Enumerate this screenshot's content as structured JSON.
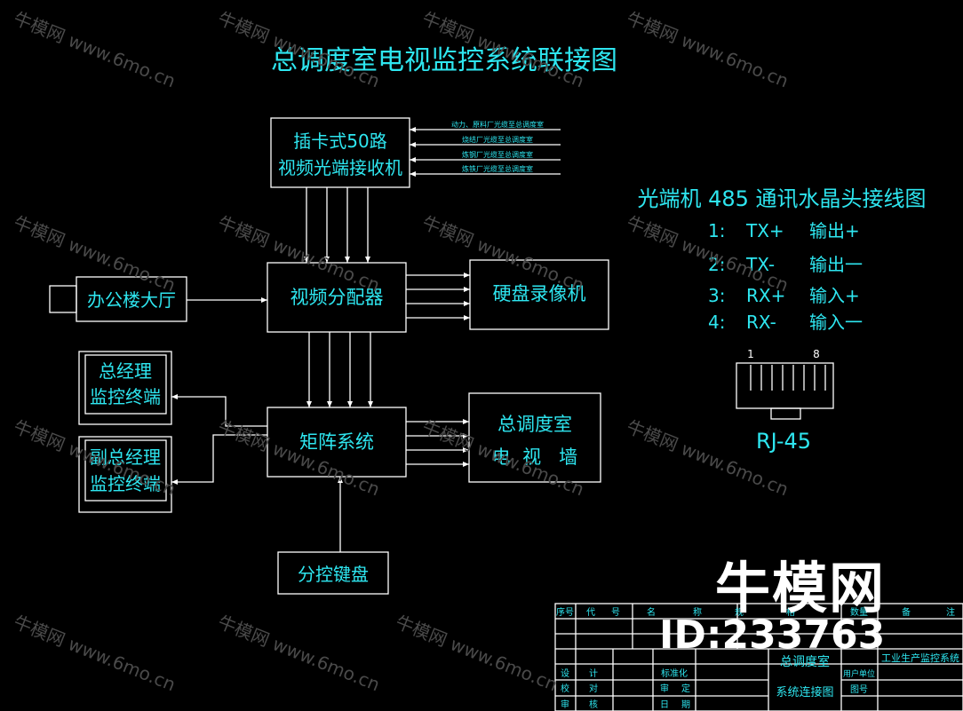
{
  "title": "总调度室电视监控系统联接图",
  "blocks": {
    "receiver": [
      "插卡式50路",
      "视频光端接收机"
    ],
    "distributor": "视频分配器",
    "dvr": "硬盘录像机",
    "hall": "办公楼大厅",
    "matrix": "矩阵系统",
    "tvwall": [
      "总调度室",
      "电  视   墙"
    ],
    "gm_terminal": [
      "总经理",
      "监控终端"
    ],
    "vgm_terminal": [
      "副总经理",
      "监控终端"
    ],
    "keyboard": "分控键盘"
  },
  "input_labels": [
    "动力、原料厂光缆至总调度室",
    "烧结厂光缆至总调度室",
    "炼钢厂光缆至总调度室",
    "炼铁厂光缆至总调度室"
  ],
  "pinout": {
    "title": "光端机 485 通讯水晶头接线图",
    "rows": [
      {
        "num": "1:",
        "sig": "TX+",
        "desc": "输出+"
      },
      {
        "num": "2:",
        "sig": "TX-",
        "desc": "输出一"
      },
      {
        "num": "3:",
        "sig": "RX+",
        "desc": "输入+"
      },
      {
        "num": "4:",
        "sig": "RX-",
        "desc": "输入一"
      }
    ],
    "pin_left": "1",
    "pin_right": "8",
    "connector_label": "RJ-45"
  },
  "titleblock": {
    "header": [
      "序号",
      "代",
      "号",
      "名",
      "称",
      "规",
      "格",
      "数量",
      "备",
      "注"
    ],
    "rows": [
      [
        "设",
        "计",
        "",
        "标准化"
      ],
      [
        "校",
        "对",
        "",
        "审",
        "定"
      ],
      [
        "审",
        "核",
        "",
        "日",
        "期"
      ]
    ],
    "center_top": "总调度室",
    "center_bottom": "系统连接图",
    "project": "工业生产监控系统",
    "user_unit": "用户单位",
    "drawing_no": "图号"
  },
  "watermark": {
    "text": "牛模网",
    "url": "www.6mo.cn",
    "logo": "牛模网",
    "id": "ID:233763"
  },
  "colors": {
    "line": "#ffffff",
    "text": "#2ee6f0",
    "background": "#000000"
  }
}
